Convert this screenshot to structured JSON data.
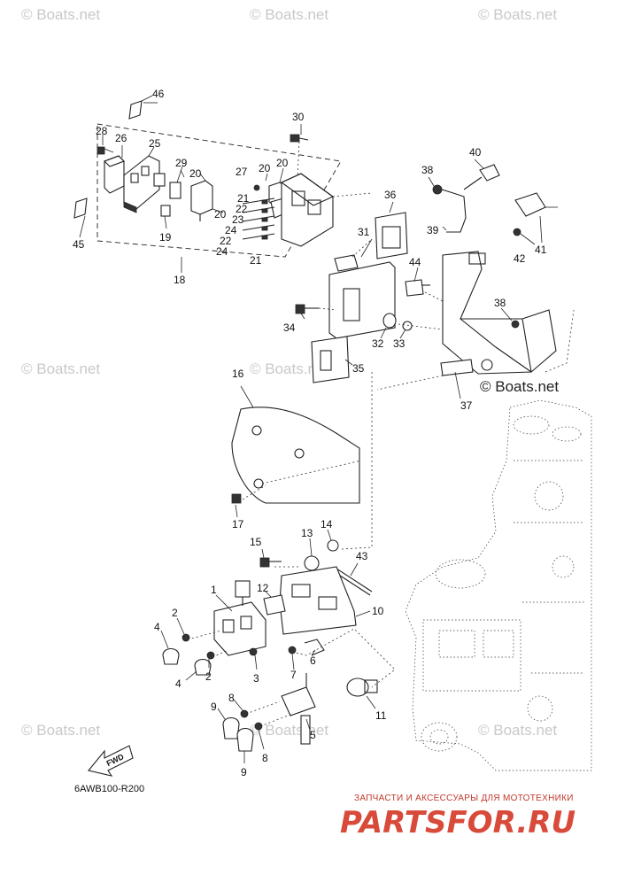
{
  "watermarks": {
    "text": "© Boats.net",
    "positions": [
      {
        "id": "wm-1"
      },
      {
        "id": "wm-2"
      },
      {
        "id": "wm-3"
      },
      {
        "id": "wm-4"
      },
      {
        "id": "wm-5"
      },
      {
        "id": "wm-6"
      },
      {
        "id": "wm-7"
      },
      {
        "id": "wm-8"
      }
    ],
    "bold_center": "© Boats.net"
  },
  "diagram": {
    "code": "6AWB100-R200",
    "fwd_label": "FWD"
  },
  "callouts": [
    {
      "id": "c46",
      "text": "46"
    },
    {
      "id": "c30",
      "text": "30"
    },
    {
      "id": "c28",
      "text": "28"
    },
    {
      "id": "c26",
      "text": "26"
    },
    {
      "id": "c25",
      "text": "25"
    },
    {
      "id": "c29",
      "text": "29"
    },
    {
      "id": "c20a",
      "text": "20"
    },
    {
      "id": "c27",
      "text": "27"
    },
    {
      "id": "c20b",
      "text": "20"
    },
    {
      "id": "c20c",
      "text": "20"
    },
    {
      "id": "c20d",
      "text": "20"
    },
    {
      "id": "c21a",
      "text": "21"
    },
    {
      "id": "c22a",
      "text": "22"
    },
    {
      "id": "c23",
      "text": "23"
    },
    {
      "id": "c24a",
      "text": "24"
    },
    {
      "id": "c22b",
      "text": "22"
    },
    {
      "id": "c24b",
      "text": "24"
    },
    {
      "id": "c21b",
      "text": "21"
    },
    {
      "id": "c19",
      "text": "19"
    },
    {
      "id": "c45",
      "text": "45"
    },
    {
      "id": "c18",
      "text": "18"
    },
    {
      "id": "c40",
      "text": "40"
    },
    {
      "id": "c38a",
      "text": "38"
    },
    {
      "id": "c36",
      "text": "36"
    },
    {
      "id": "c39",
      "text": "39"
    },
    {
      "id": "c41",
      "text": "41"
    },
    {
      "id": "c42",
      "text": "42"
    },
    {
      "id": "c31",
      "text": "31"
    },
    {
      "id": "c44",
      "text": "44"
    },
    {
      "id": "c38b",
      "text": "38"
    },
    {
      "id": "c34",
      "text": "34"
    },
    {
      "id": "c32",
      "text": "32"
    },
    {
      "id": "c33",
      "text": "33"
    },
    {
      "id": "c35",
      "text": "35"
    },
    {
      "id": "c16",
      "text": "16"
    },
    {
      "id": "c37",
      "text": "37"
    },
    {
      "id": "c17",
      "text": "17"
    },
    {
      "id": "c14",
      "text": "14"
    },
    {
      "id": "c15",
      "text": "15"
    },
    {
      "id": "c13",
      "text": "13"
    },
    {
      "id": "c43",
      "text": "43"
    },
    {
      "id": "c1",
      "text": "1"
    },
    {
      "id": "c12",
      "text": "12"
    },
    {
      "id": "c10",
      "text": "10"
    },
    {
      "id": "c2a",
      "text": "2"
    },
    {
      "id": "c4a",
      "text": "4"
    },
    {
      "id": "c2b",
      "text": "2"
    },
    {
      "id": "c4b",
      "text": "4"
    },
    {
      "id": "c3",
      "text": "3"
    },
    {
      "id": "c7",
      "text": "7"
    },
    {
      "id": "c6",
      "text": "6"
    },
    {
      "id": "c8a",
      "text": "8"
    },
    {
      "id": "c9a",
      "text": "9"
    },
    {
      "id": "c5",
      "text": "5"
    },
    {
      "id": "c11",
      "text": "11"
    },
    {
      "id": "c8b",
      "text": "8"
    },
    {
      "id": "c9b",
      "text": "9"
    }
  ],
  "branding": {
    "tagline": "ЗАПЧАСТИ И АКСЕССУАРЫ ДЛЯ МОТОТЕХНИКИ",
    "logo": "PARTSFOR.RU",
    "logo_color": "#d84a3a"
  }
}
